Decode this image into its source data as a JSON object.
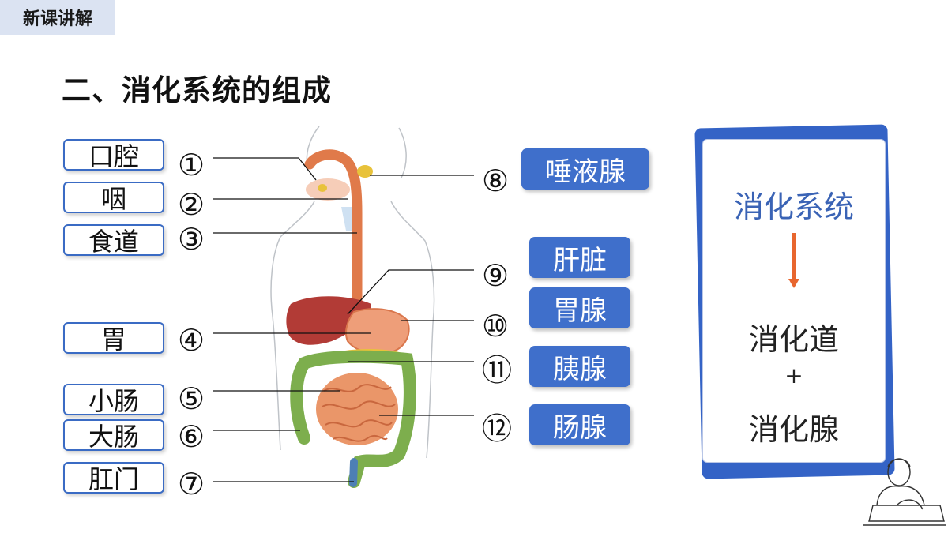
{
  "header": {
    "tag": "新课讲解"
  },
  "title": "二、消化系统的组成",
  "left_labels": [
    {
      "number": "①",
      "text": "口腔"
    },
    {
      "number": "②",
      "text": "咽"
    },
    {
      "number": "③",
      "text": "食道"
    },
    {
      "number": "④",
      "text": "胃"
    },
    {
      "number": "⑤",
      "text": "小肠"
    },
    {
      "number": "⑥",
      "text": "大肠"
    },
    {
      "number": "⑦",
      "text": "肛门"
    }
  ],
  "right_labels": [
    {
      "number": "⑧",
      "text": "唾液腺"
    },
    {
      "number": "⑨",
      "text": "肝脏"
    },
    {
      "number": "⑩",
      "text": "胃腺"
    },
    {
      "number": "⑪",
      "text": "胰腺"
    },
    {
      "number": "⑫",
      "text": "肠腺"
    }
  ],
  "summary": {
    "title": "消化系统",
    "part1": "消化道",
    "plus": "+",
    "part2": "消化腺"
  },
  "colors": {
    "accent": "#3f6fcb",
    "arrow": "#e8662e",
    "tag_bg": "#dbe3f2"
  }
}
